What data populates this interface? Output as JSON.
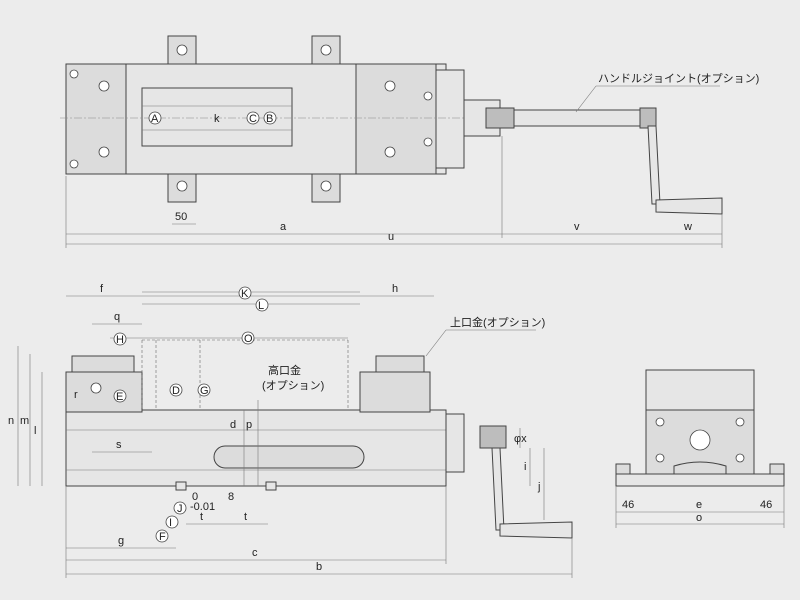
{
  "labels": {
    "handle_joint": "ハンドルジョイント(オプション)",
    "upper_jaw": "上口金(オプション)",
    "high_jaw_line1": "高口金",
    "high_jaw_line2": "(オプション)",
    "tol_upper": "0",
    "tol_lower": "-0.01"
  },
  "dims": {
    "a": "a",
    "u": "u",
    "v": "v",
    "w": "w",
    "d50": "50",
    "f": "f",
    "h": "h",
    "q": "q",
    "s": "s",
    "g": "g",
    "c": "c",
    "b": "b",
    "t1": "t",
    "t2": "t",
    "n": "n",
    "m": "m",
    "l": "l",
    "r": "r",
    "i": "i",
    "j": "j",
    "phi_x": "φx",
    "d": "d",
    "p": "p",
    "d8": "8",
    "e": "e",
    "o": "o",
    "d46_left": "46",
    "d46_right": "46"
  },
  "circled": {
    "A": "A",
    "B": "B",
    "C": "C",
    "k": "k",
    "K": "K",
    "L": "L",
    "H": "H",
    "O": "O",
    "D": "D",
    "G": "G",
    "E": "E",
    "J": "J",
    "I": "I",
    "F": "F"
  }
}
